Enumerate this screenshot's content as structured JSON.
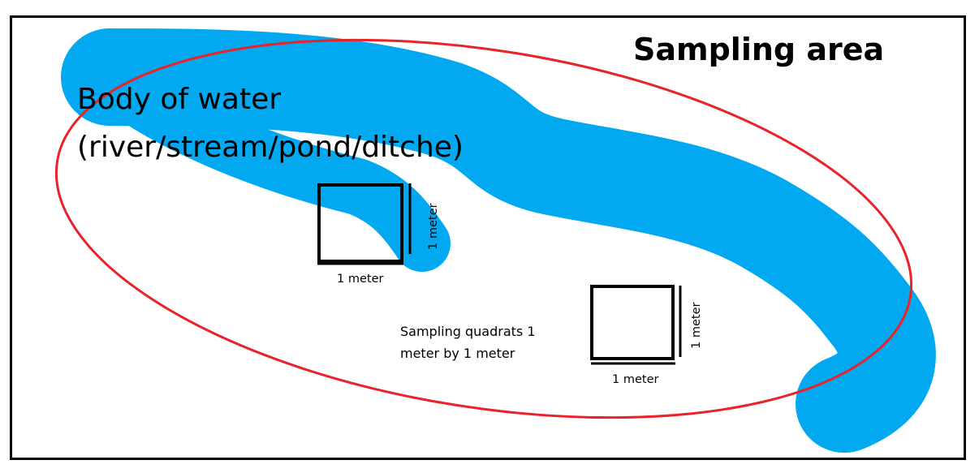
{
  "title": "Sampling area",
  "water_label_line1": "Body of water",
  "water_label_line2": "(river/stream/pond/ditche)",
  "note_line1": "Sampling quadrats 1",
  "note_line2": "meter by 1 meter",
  "quadrat_1": {
    "width_label": "1 meter",
    "height_label": "1 meter"
  },
  "quadrat_2": {
    "width_label": "1 meter",
    "height_label": "1 meter"
  },
  "colors": {
    "water": "#03A9F0",
    "sampling_boundary": "#E8232A",
    "frame": "#000000"
  }
}
